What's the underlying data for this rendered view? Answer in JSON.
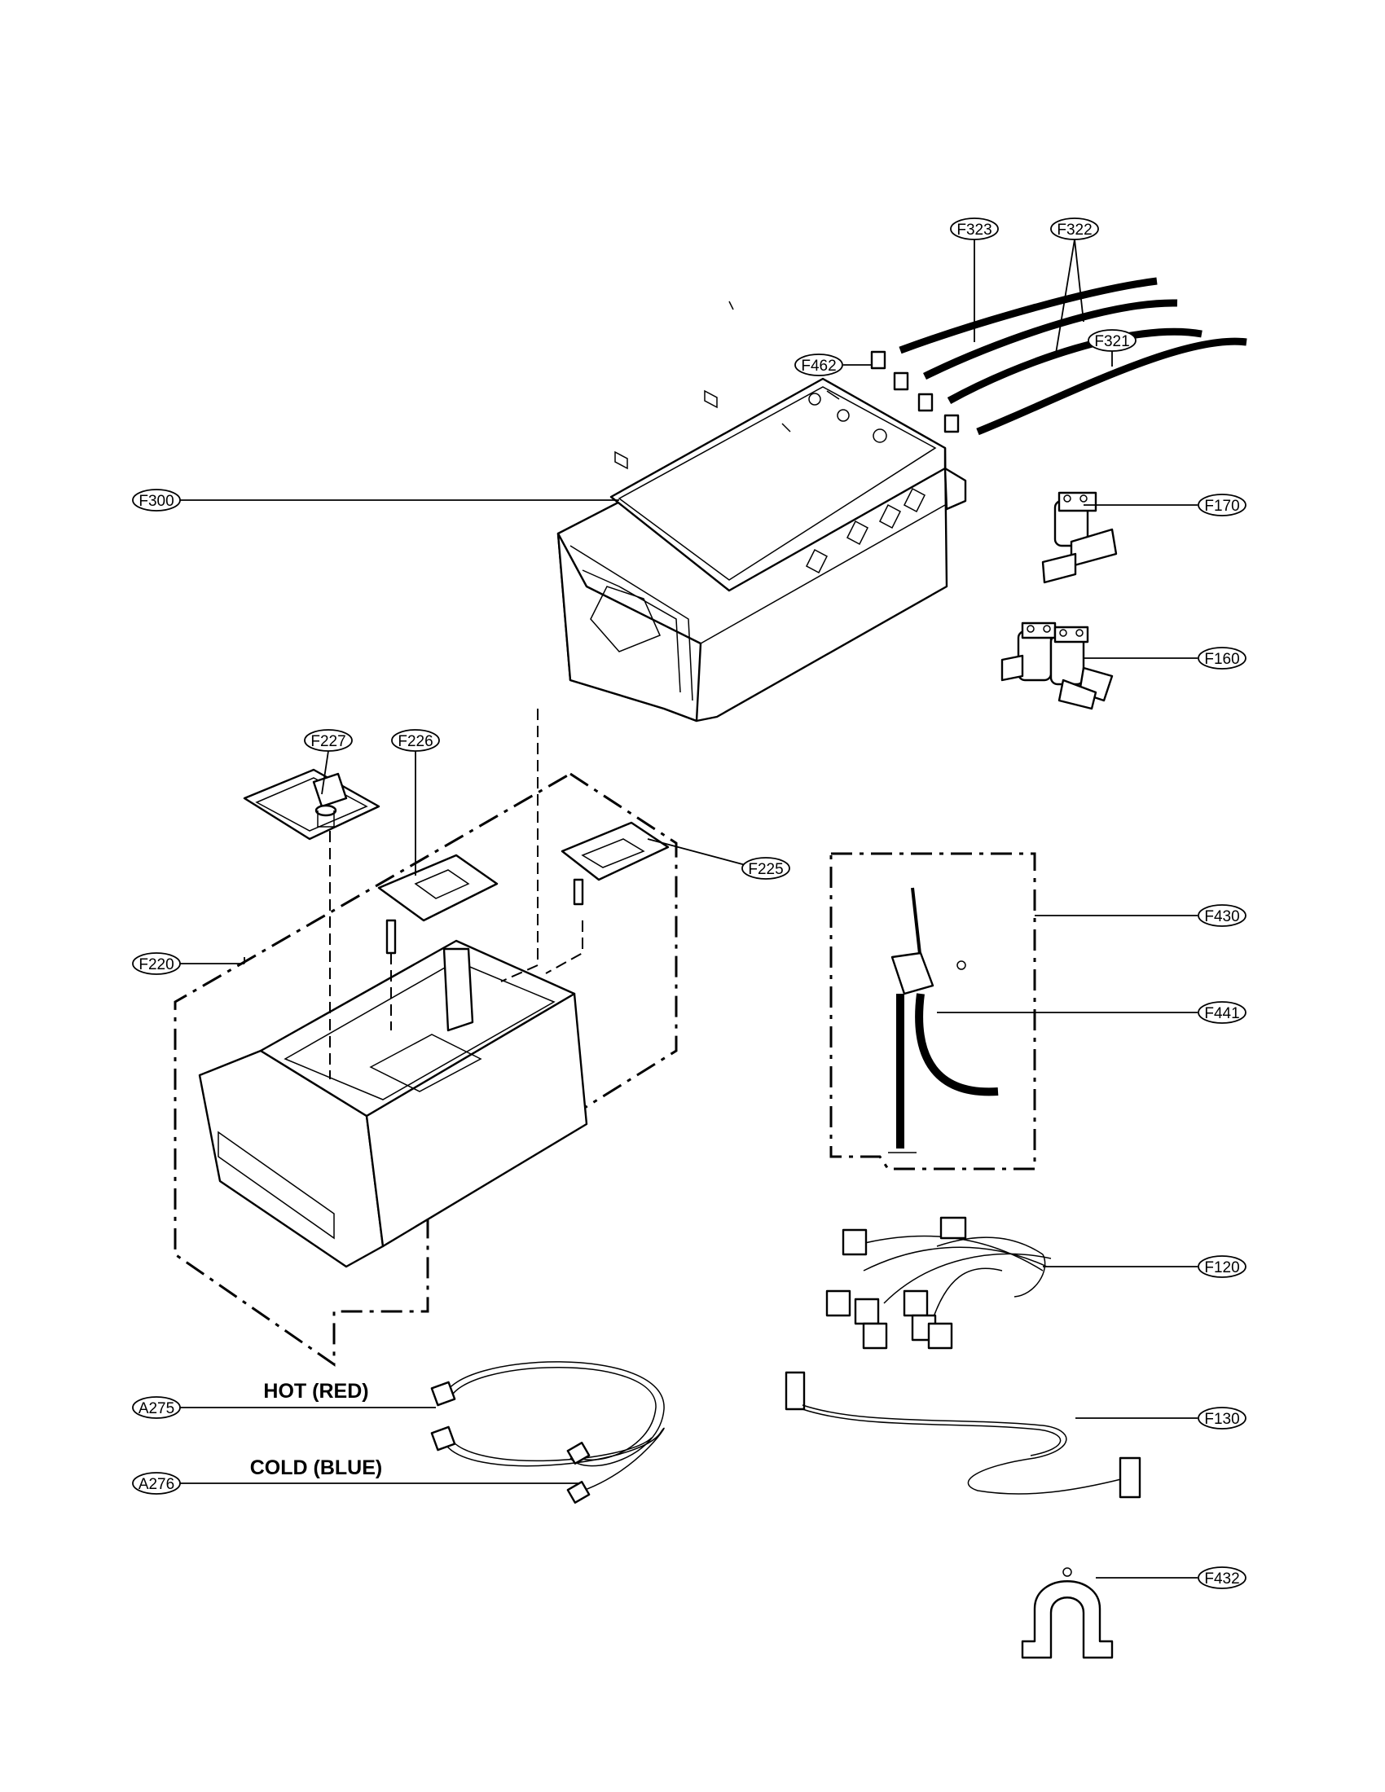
{
  "callouts": {
    "F323": "F323",
    "F322": "F322",
    "F462": "F462",
    "F321": "F321",
    "F300": "F300",
    "F170": "F170",
    "F160": "F160",
    "F227": "F227",
    "F226": "F226",
    "F225": "F225",
    "F220": "F220",
    "F430": "F430",
    "F441": "F441",
    "F120": "F120",
    "F130": "F130",
    "A275": "A275",
    "A276": "A276",
    "F432": "F432"
  },
  "captions": {
    "hot": "HOT (RED)",
    "cold": "COLD (BLUE)"
  }
}
